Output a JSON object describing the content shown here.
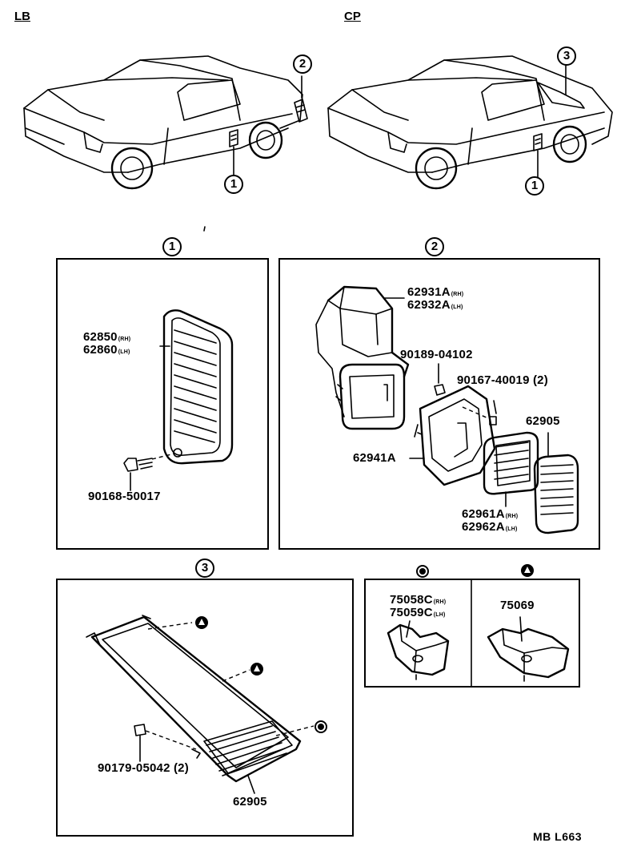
{
  "header": {
    "lb_label": "LB",
    "cp_label": "CP"
  },
  "callouts": {
    "one": "1",
    "two": "2",
    "three": "3"
  },
  "panel1": {
    "part_a": "62850",
    "part_a_side": "(RH)",
    "part_b": "62860",
    "part_b_side": "(LH)",
    "screw": "90168-50017"
  },
  "panel2": {
    "duct_a": "62931A",
    "duct_a_side": "(RH)",
    "duct_b": "62932A",
    "duct_b_side": "(LH)",
    "clip": "90189-04102",
    "screw": "90167-40019 (2)",
    "grille": "62905",
    "gasket": "62941A",
    "vent_a": "62961A",
    "vent_a_side": "(RH)",
    "vent_b": "62962A",
    "vent_b_side": "(LH)"
  },
  "panel3": {
    "screw": "90179-05042 (2)",
    "grille": "62905"
  },
  "panel4": {
    "bracket_a": "75058C",
    "bracket_a_side": "(RH)",
    "bracket_b": "75059C",
    "bracket_b_side": "(LH)",
    "bracket_c": "75069"
  },
  "footer": {
    "drawing_code": "MB L663"
  }
}
